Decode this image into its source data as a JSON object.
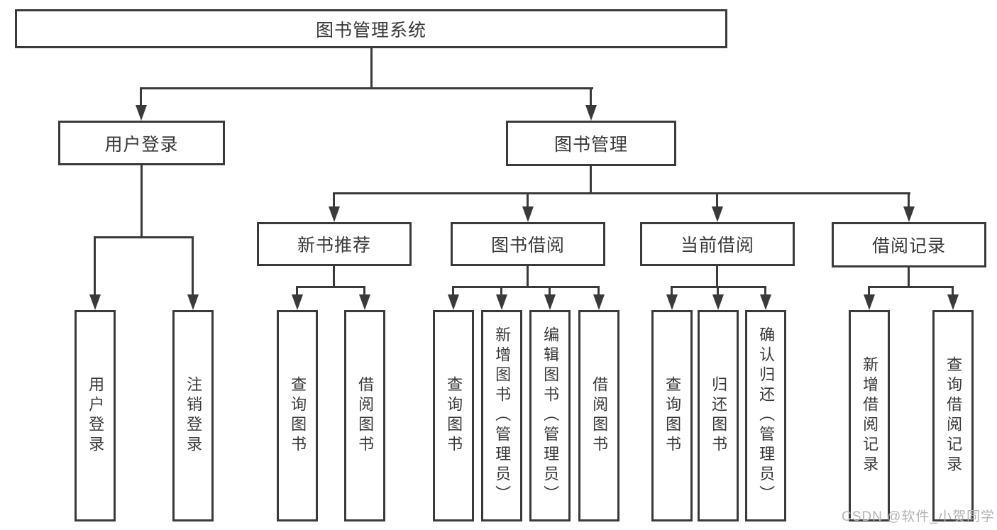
{
  "watermark": "CSDN @软件_小贺同学",
  "colors": {
    "line": "#3a3a3a",
    "text": "#383838",
    "background": "#ffffff",
    "watermark": "#b3b3b3"
  },
  "tree": {
    "label": "图书管理系统",
    "children": [
      {
        "label": "用户登录",
        "children": [
          {
            "label": "用户登录"
          },
          {
            "label": "注销登录"
          }
        ]
      },
      {
        "label": "图书管理",
        "children": [
          {
            "label": "新书推荐",
            "children": [
              {
                "label": "查询图书"
              },
              {
                "label": "借阅图书"
              }
            ]
          },
          {
            "label": "图书借阅",
            "children": [
              {
                "label": "查询图书"
              },
              {
                "label": "新增图书（管理员）"
              },
              {
                "label": "编辑图书（管理员）"
              },
              {
                "label": "借阅图书"
              }
            ]
          },
          {
            "label": "当前借阅",
            "children": [
              {
                "label": "查询图书"
              },
              {
                "label": "归还图书"
              },
              {
                "label": "确认归还（管理员）"
              }
            ]
          },
          {
            "label": "借阅记录",
            "children": [
              {
                "label": "新增借阅记录"
              },
              {
                "label": "查询借阅记录"
              }
            ]
          }
        ]
      }
    ]
  }
}
